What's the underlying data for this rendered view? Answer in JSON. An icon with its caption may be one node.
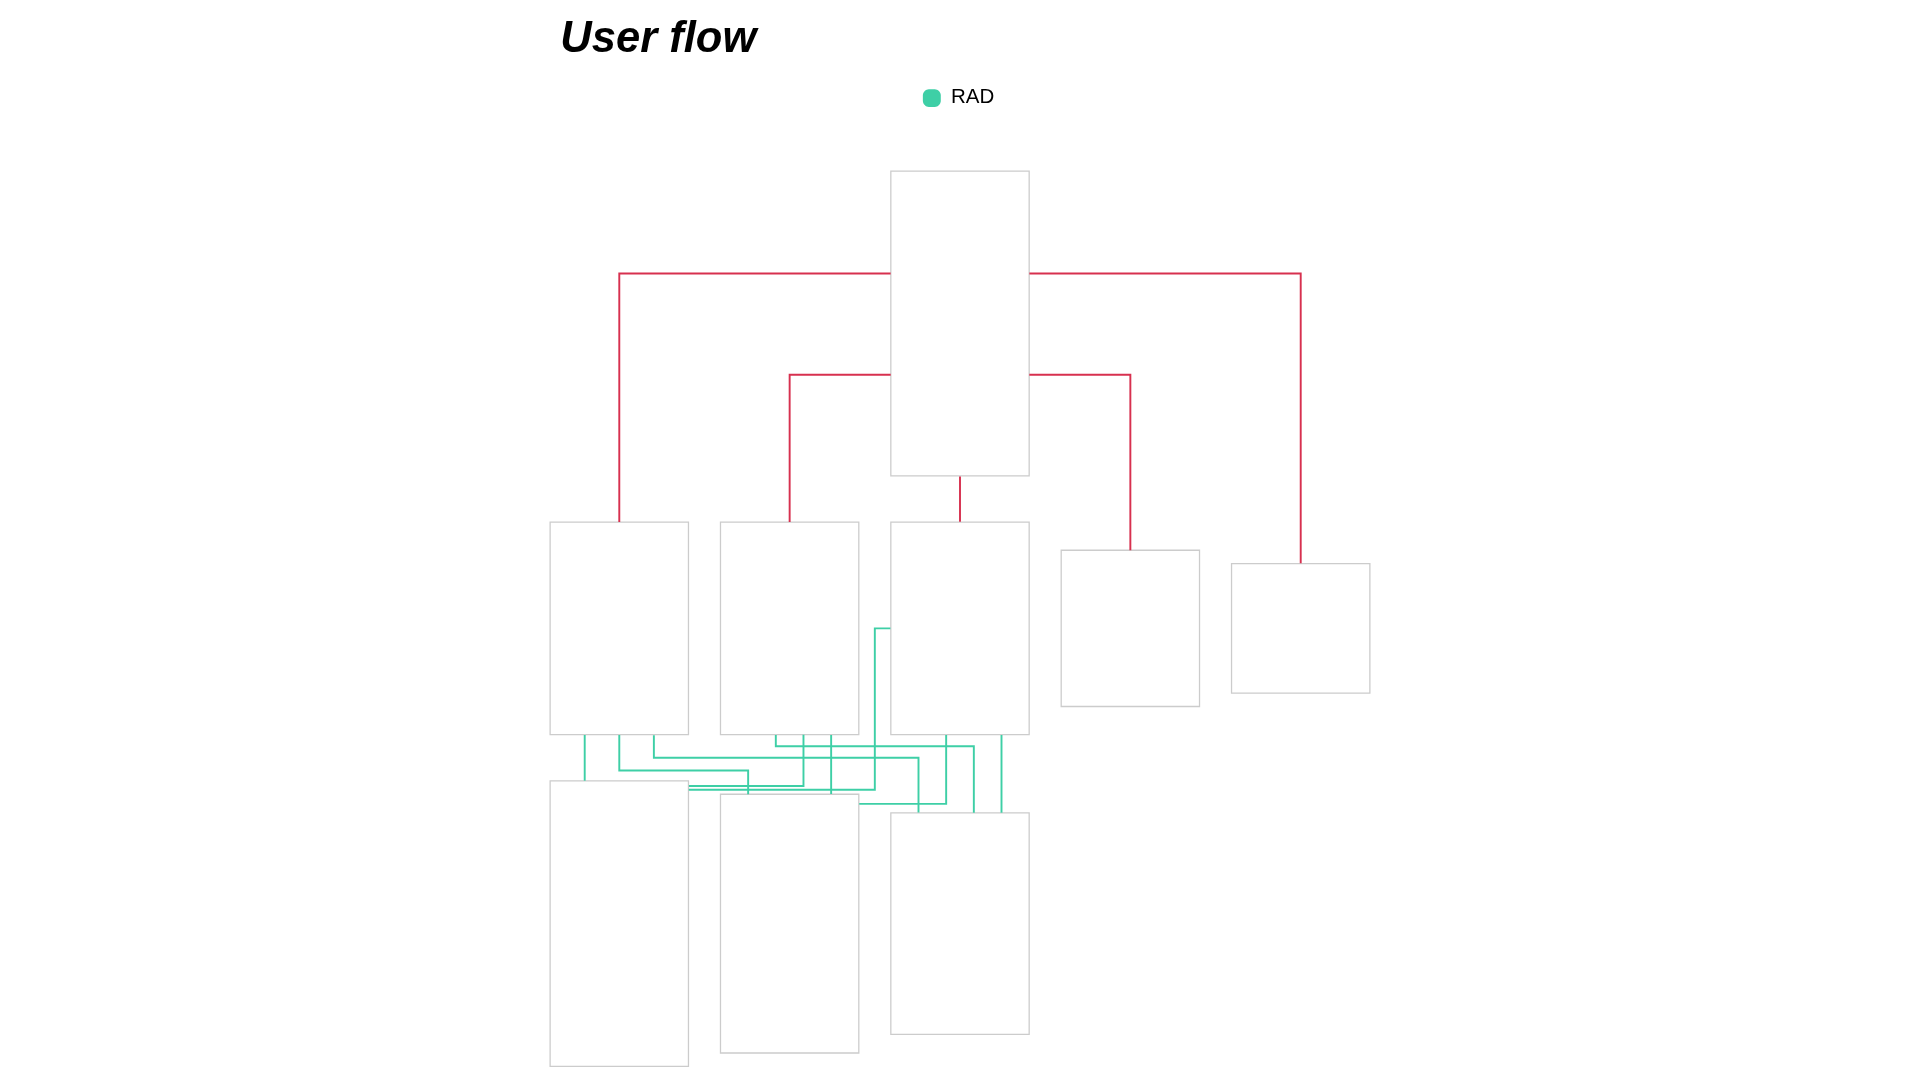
{
  "diagram": {
    "title": "User flow",
    "nodes": [
      {
        "text": [],
        "shape": "box"
      },
      {
        "text": [],
        "shape": "box"
      },
      {
        "text": [],
        "shape": "box"
      },
      {
        "text": [],
        "shape": "box"
      },
      {
        "text": [],
        "shape": "box"
      },
      {
        "text": [],
        "shape": "box"
      },
      {
        "text": [],
        "shape": "box"
      },
      {
        "text": [],
        "shape": "box"
      },
      {
        "text": [],
        "shape": "box"
      }
    ],
    "edges": [
      {
        "from": 0,
        "to": 1,
        "arrow": "none",
        "color": "#d7304f"
      },
      {
        "from": 0,
        "to": 2,
        "arrow": "none",
        "color": "#d7304f"
      },
      {
        "from": 0,
        "to": 3,
        "arrow": "none",
        "color": "#d7304f"
      },
      {
        "from": 0,
        "to": 4,
        "arrow": "none",
        "color": "#d7304f"
      },
      {
        "from": 0,
        "to": 8,
        "arrow": "none",
        "color": "#d7304f"
      },
      {
        "from": 1,
        "to": 5,
        "arrow": "none",
        "color": "#3ecfa6"
      },
      {
        "from": 1,
        "to": 6,
        "arrow": "none",
        "color": "#3ecfa6"
      },
      {
        "from": 1,
        "to": 7,
        "arrow": "none",
        "color": "#3ecfa6"
      },
      {
        "from": 2,
        "to": 5,
        "arrow": "none",
        "color": "#3ecfa6"
      },
      {
        "from": 2,
        "to": 6,
        "arrow": "none",
        "color": "#3ecfa6"
      },
      {
        "from": 2,
        "to": 7,
        "arrow": "none",
        "color": "#3ecfa6"
      },
      {
        "from": 3,
        "to": 5,
        "arrow": "none",
        "color": "#3ecfa6"
      },
      {
        "from": 3,
        "to": 6,
        "arrow": "none",
        "color": "#3ecfa6"
      },
      {
        "from": 3,
        "to": 7,
        "arrow": "none",
        "color": "#3ecfa6"
      }
    ],
    "legend": [
      {
        "text": "RAD",
        "color": "#3ecfa6"
      }
    ]
  }
}
